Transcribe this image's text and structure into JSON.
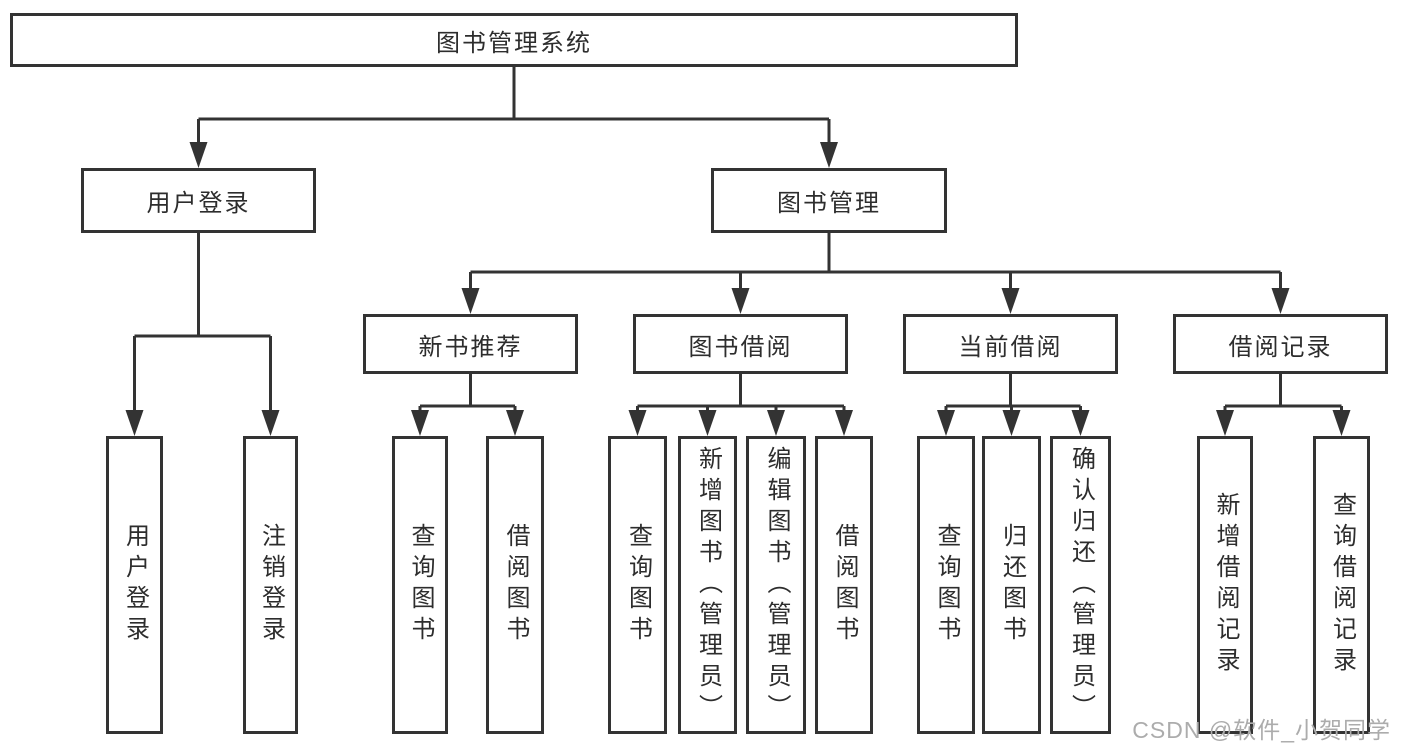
{
  "diagram": {
    "root": {
      "label": "图书管理系统"
    },
    "login_branch": {
      "label": "用户登录",
      "children": [
        "用户登录",
        "注销登录"
      ]
    },
    "management_branch": {
      "label": "图书管理",
      "groups": [
        {
          "label": "新书推荐",
          "children": [
            "查询图书",
            "借阅图书"
          ]
        },
        {
          "label": "图书借阅",
          "children": [
            "查询图书",
            "新增图书（管理员）",
            "编辑图书（管理员）",
            "借阅图书"
          ]
        },
        {
          "label": "当前借阅",
          "children": [
            "查询图书",
            "归还图书",
            "确认归还（管理员）"
          ]
        },
        {
          "label": "借阅记录",
          "children": [
            "新增借阅记录",
            "查询借阅记录"
          ]
        }
      ]
    }
  },
  "watermark": {
    "text": "CSDN @软件_小贺同学"
  },
  "colors": {
    "line": "#333333",
    "box_border": "#333333",
    "text": "#2d2d2d",
    "watermark": "#acacac",
    "background": "#ffffff"
  }
}
